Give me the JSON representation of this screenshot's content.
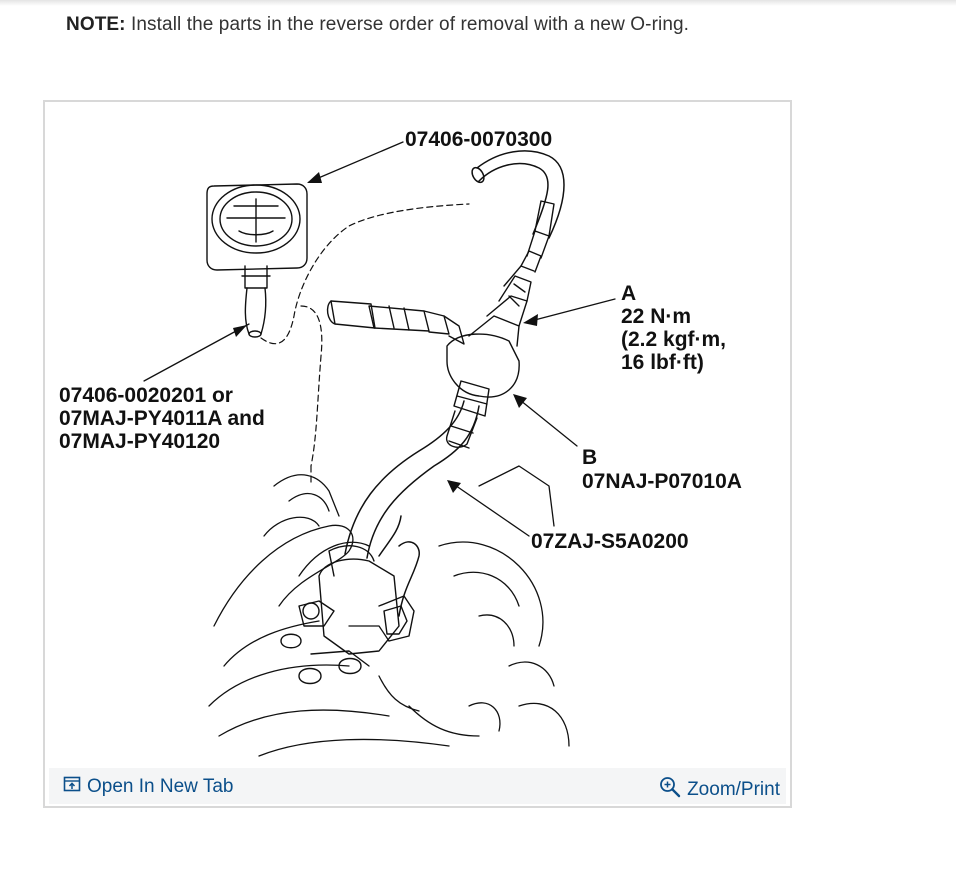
{
  "note": {
    "label": "NOTE:",
    "text": "Install the parts in the reverse order of removal with a new O-ring."
  },
  "figure": {
    "callouts": {
      "top_tool": "07406-0070300",
      "a_label": "A",
      "a_torque_1": "22 N·m",
      "a_torque_2": "(2.2 kgf·m,",
      "a_torque_3": "16 lbf·ft)",
      "left_tool_1": "07406-0020201 or",
      "left_tool_2": "07MAJ-PY4011A and",
      "left_tool_3": "07MAJ-PY40120",
      "b_label": "B",
      "b_part": "07NAJ-P07010A",
      "hose_part": "07ZAJ-S5A0200"
    }
  },
  "toolbar": {
    "open_label": "Open In New Tab",
    "zoom_label": "Zoom/Print"
  },
  "colors": {
    "link": "#0b4f8a",
    "toolbar_bg": "#f4f5f6",
    "frame_border": "#d8d8d8"
  }
}
